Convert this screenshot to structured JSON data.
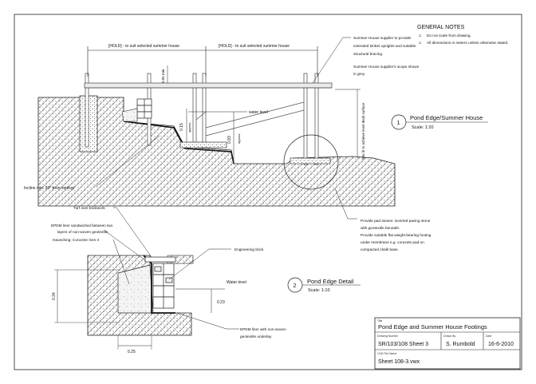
{
  "general_notes": {
    "heading": "GENERAL NOTES",
    "items": [
      {
        "num": "1.",
        "text": "Do not scale from drawing."
      },
      {
        "num": "1.",
        "text": "All dimensions in meters unless otherwise stated."
      }
    ]
  },
  "upper_view": {
    "hold_left": "[HOLD] - to suit selected summer house",
    "hold_right": "[HOLD] - to suit selected summer house",
    "dim_005": "0.05 min.",
    "dim_015": "0.15",
    "dim_015_note": "approx.",
    "dim_083": "0.83",
    "dim_083_note": "approx.",
    "water_level": "water level",
    "incline_note": "Incline min. 20° from vertical",
    "site_note": "Site lit to achieve level deck surface",
    "supplier_note": [
      "Summer House supplier to provide",
      "extended timber uprights and suitable",
      "structural bracing."
    ],
    "scope_note": [
      "Summer House supplier's scope shown",
      "in grey."
    ],
    "pad_note": [
      "Provide pad stones: inverted paving stone",
      "with geotextile beneath.",
      "Provide suitable flat weight-bearing footing",
      "under membrane e.g. concrete pad on",
      "compacted chalk base."
    ]
  },
  "view_titles": {
    "v1_num": "1",
    "v1_title": "Pond Edge/Summer House",
    "v1_scale": "Scale: 1:20",
    "v2_num": "2",
    "v2_title": "Pond Edge Detail",
    "v2_scale": "Scale: 1:10"
  },
  "lower_view": {
    "turf_note": "Turf over brickwork",
    "epdm_note": [
      "EPDM liner sandwiched between two",
      "layers of non-woven geotextile"
    ],
    "haunch_note": "Haunching: Concrete Gen 3",
    "eng_brick_note": "Engineering brick",
    "water_level": "Water level",
    "epdm_under_note": [
      "EPDM liner with non-woven",
      "geotextile underlay"
    ],
    "dim_034": "0.34",
    "dim_023": "0.23",
    "dim_025": "0.25"
  },
  "title_block": {
    "title_label": "Title",
    "title": "Pond Edge and Summer House Footings",
    "drawing_number_label": "Drawing Number",
    "drawing_number": "SR/103/108 Sheet 3",
    "drawn_by_label": "Drawn By",
    "drawn_by": "S. Rumbold",
    "date_label": "Date",
    "date": "16-6-2010",
    "cad_label": "CAD File Name",
    "cad_file": "Sheet 108-3.vwx"
  }
}
